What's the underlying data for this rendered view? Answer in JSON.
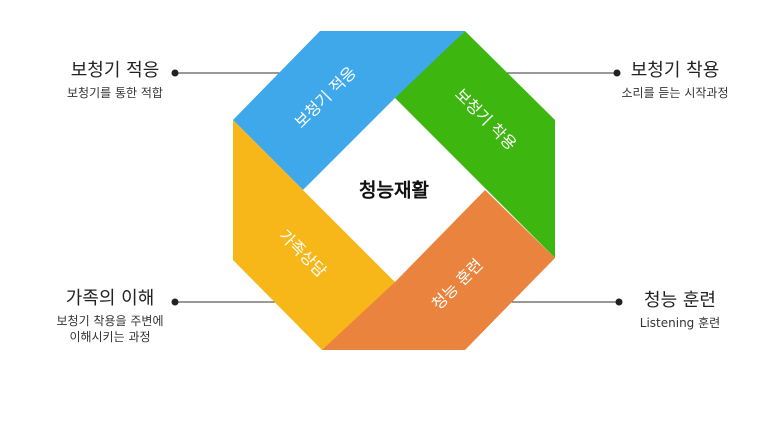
{
  "center": {
    "label": "청능재활"
  },
  "segments": [
    {
      "id": "fitting",
      "label": "보청기 적응",
      "color": "#3ea8ea"
    },
    {
      "id": "wearing",
      "label": "보청기 착용",
      "color": "#3db60f"
    },
    {
      "id": "training",
      "label": "청능 훈련",
      "color": "#e9833e"
    },
    {
      "id": "counsel",
      "label": "가족상담",
      "color": "#f8b718"
    }
  ],
  "callouts": {
    "top_left": {
      "title": "보청기 적응",
      "desc": "보청기를 통한 적합"
    },
    "top_right": {
      "title": "보청기 착용",
      "desc": "소리를 듣는 시작과정"
    },
    "bottom_left": {
      "title": "가족의 이해",
      "desc1": "보청기 착용을 주변에",
      "desc2": "이해시키는 과정"
    },
    "bottom_right": {
      "title": "청능 훈련",
      "desc": "Listening 훈련"
    }
  },
  "line_color": "#333333"
}
